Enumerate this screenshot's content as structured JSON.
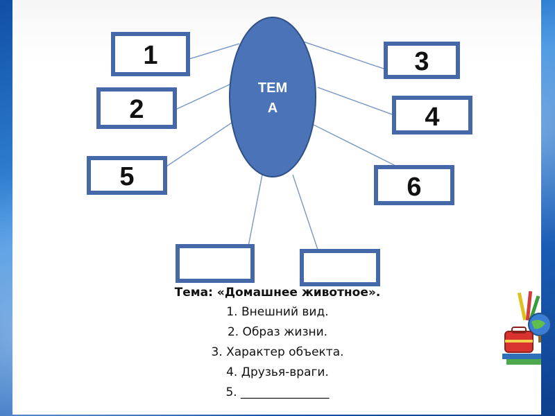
{
  "diagram": {
    "center": {
      "label_line1": "ТЕМ",
      "label_line2": "А"
    },
    "boxes": [
      {
        "id": "box-1",
        "label": "1"
      },
      {
        "id": "box-2",
        "label": "2"
      },
      {
        "id": "box-3",
        "label": "3"
      },
      {
        "id": "box-4",
        "label": "4"
      },
      {
        "id": "box-5",
        "label": "5"
      },
      {
        "id": "box-6",
        "label": "6"
      },
      {
        "id": "box-7",
        "label": ""
      },
      {
        "id": "box-8",
        "label": ""
      }
    ]
  },
  "caption": {
    "title": "Тема: «Домашнее животное».",
    "items": [
      "1. Внешний вид.",
      "2. Образ жизни.",
      "3. Характер объекта.",
      "4. Друзья-враги.",
      "5. _______________"
    ]
  },
  "colors": {
    "ellipse_fill": "#4a73b8",
    "ellipse_stroke": "#2f4f86",
    "box_border": "#4569a8",
    "connector": "#7e9cc9"
  },
  "decoration": {
    "icon": "school-supplies-icon"
  }
}
